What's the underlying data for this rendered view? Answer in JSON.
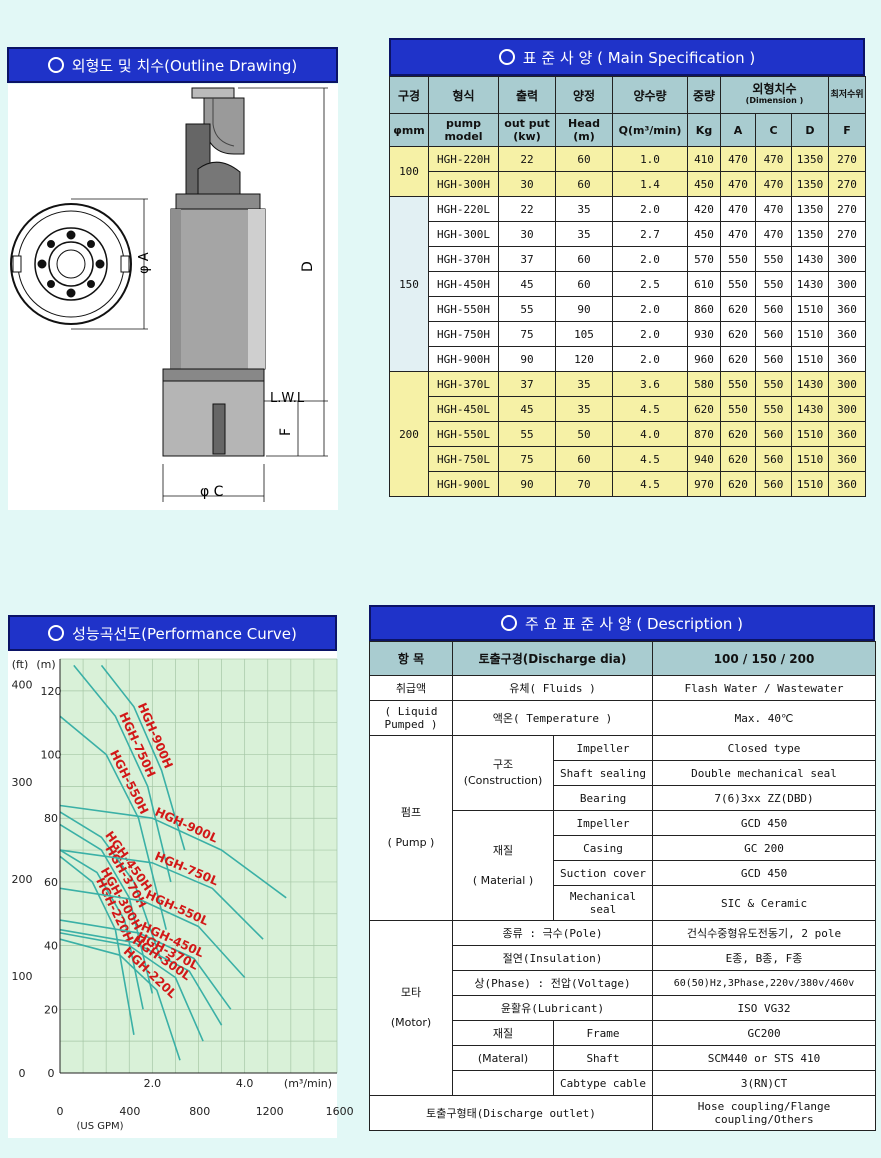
{
  "outline": {
    "title": "외형도 및 치수(Outline Drawing)",
    "labels": {
      "d": "D",
      "a": "φ A",
      "lwl": "L.W.L",
      "f": "F",
      "c": "φ C"
    }
  },
  "spec": {
    "title": "표 준 사 양 ( Main Specification )",
    "header1": {
      "bore": "구경",
      "model": "형식",
      "output": "출력",
      "head": "양정",
      "flow": "양수량",
      "weight": "중량",
      "dimension": "외형치수",
      "dimension_en": "(Dimension )",
      "min_level": "최저수위"
    },
    "header2": {
      "bore_unit": "φmm",
      "model_en": "pump model",
      "output_en": "out put (kw)",
      "head_en": "Head (m)",
      "flow_en": "Q(m³/min)",
      "weight_unit": "Kg",
      "a": "A",
      "c": "C",
      "d": "D",
      "f": "F"
    },
    "groups": [
      {
        "bore": "100",
        "rows": [
          [
            "HGH-220H",
            "22",
            "60",
            "1.0",
            "410",
            "470",
            "470",
            "1350",
            "270"
          ],
          [
            "HGH-300H",
            "30",
            "60",
            "1.4",
            "450",
            "470",
            "470",
            "1350",
            "270"
          ]
        ]
      },
      {
        "bore": "150",
        "rows": [
          [
            "HGH-220L",
            "22",
            "35",
            "2.0",
            "420",
            "470",
            "470",
            "1350",
            "270"
          ],
          [
            "HGH-300L",
            "30",
            "35",
            "2.7",
            "450",
            "470",
            "470",
            "1350",
            "270"
          ],
          [
            "HGH-370H",
            "37",
            "60",
            "2.0",
            "570",
            "550",
            "550",
            "1430",
            "300"
          ],
          [
            "HGH-450H",
            "45",
            "60",
            "2.5",
            "610",
            "550",
            "550",
            "1430",
            "300"
          ],
          [
            "HGH-550H",
            "55",
            "90",
            "2.0",
            "860",
            "620",
            "560",
            "1510",
            "360"
          ],
          [
            "HGH-750H",
            "75",
            "105",
            "2.0",
            "930",
            "620",
            "560",
            "1510",
            "360"
          ],
          [
            "HGH-900H",
            "90",
            "120",
            "2.0",
            "960",
            "620",
            "560",
            "1510",
            "360"
          ]
        ]
      },
      {
        "bore": "200",
        "rows": [
          [
            "HGH-370L",
            "37",
            "35",
            "3.6",
            "580",
            "550",
            "550",
            "1430",
            "300"
          ],
          [
            "HGH-450L",
            "45",
            "35",
            "4.5",
            "620",
            "550",
            "550",
            "1430",
            "300"
          ],
          [
            "HGH-550L",
            "55",
            "50",
            "4.0",
            "870",
            "620",
            "560",
            "1510",
            "360"
          ],
          [
            "HGH-750L",
            "75",
            "60",
            "4.5",
            "940",
            "620",
            "560",
            "1510",
            "360"
          ],
          [
            "HGH-900L",
            "90",
            "70",
            "4.5",
            "970",
            "620",
            "560",
            "1510",
            "360"
          ]
        ]
      }
    ]
  },
  "curve": {
    "title": "성능곡선도(Performance Curve)",
    "axis": {
      "ft_label": "(ft)",
      "m_label": "(m)",
      "flow_unit": "(m³/min)",
      "gpm_unit": "(US GPM)",
      "ft_ticks": [
        "400",
        "300",
        "200",
        "100",
        "0"
      ],
      "m_ticks": [
        "120",
        "100",
        "80",
        "60",
        "40",
        "20",
        "0"
      ],
      "m3_ticks": [
        "2.0",
        "4.0"
      ],
      "gpm_ticks": [
        "0",
        "400",
        "800",
        "1200",
        "1600"
      ]
    },
    "colors": {
      "background": "#d9f1d8",
      "grid": "#a6c7a6",
      "curve": "#3ab0a6",
      "label": "#d21818"
    }
  },
  "chart_data": {
    "type": "line",
    "title": "성능곡선도(Performance Curve)",
    "xlabel": "(m³/min)",
    "ylabel": "(m)",
    "xlim": [
      0,
      6.0
    ],
    "ylim": [
      0,
      130
    ],
    "grid": true,
    "series": [
      {
        "name": "HGH-900H",
        "x": [
          0.9,
          1.6,
          2.2,
          2.7
        ],
        "y": [
          128,
          115,
          95,
          70
        ]
      },
      {
        "name": "HGH-750H",
        "x": [
          0.3,
          1.2,
          1.9,
          2.4
        ],
        "y": [
          128,
          112,
          90,
          60
        ]
      },
      {
        "name": "HGH-550H",
        "x": [
          0,
          1.0,
          1.7,
          2.3
        ],
        "y": [
          112,
          100,
          80,
          45
        ]
      },
      {
        "name": "HGH-450H",
        "x": [
          0,
          0.9,
          1.6,
          2.2
        ],
        "y": [
          82,
          74,
          60,
          35
        ]
      },
      {
        "name": "HGH-370H",
        "x": [
          0,
          0.9,
          1.5,
          2.0
        ],
        "y": [
          78,
          70,
          55,
          25
        ]
      },
      {
        "name": "HGH-300H",
        "x": [
          0,
          0.8,
          1.4,
          1.8
        ],
        "y": [
          70,
          63,
          48,
          20
        ]
      },
      {
        "name": "HGH-220H",
        "x": [
          0,
          0.7,
          1.2,
          1.6
        ],
        "y": [
          68,
          60,
          45,
          12
        ]
      },
      {
        "name": "HGH-900L",
        "x": [
          0,
          2.0,
          3.5,
          4.9
        ],
        "y": [
          84,
          80,
          70,
          55
        ]
      },
      {
        "name": "HGH-750L",
        "x": [
          0,
          2.0,
          3.3,
          4.4
        ],
        "y": [
          70,
          66,
          58,
          42
        ]
      },
      {
        "name": "HGH-550L",
        "x": [
          0,
          1.8,
          3.0,
          4.0
        ],
        "y": [
          58,
          54,
          46,
          30
        ]
      },
      {
        "name": "HGH-450L",
        "x": [
          0,
          1.7,
          2.9,
          3.7
        ],
        "y": [
          48,
          44,
          36,
          20
        ]
      },
      {
        "name": "HGH-370L",
        "x": [
          0,
          1.6,
          2.8,
          3.5
        ],
        "y": [
          45,
          41,
          32,
          15
        ]
      },
      {
        "name": "HGH-300L",
        "x": [
          0,
          1.5,
          2.5,
          3.1
        ],
        "y": [
          44,
          40,
          30,
          10
        ]
      },
      {
        "name": "HGH-220L",
        "x": [
          0,
          1.3,
          2.1,
          2.6
        ],
        "y": [
          42,
          37,
          26,
          4
        ]
      }
    ]
  },
  "desc": {
    "title": "주 요 표 준 사 양 ( Description )",
    "head": {
      "item": "항  목",
      "discharge": "토출구경(Discharge dia)",
      "value": "100 / 150 / 200"
    },
    "fluid_group": "취급액",
    "fluid_group2": "( Liquid Pumped )",
    "fluid": {
      "label": "유체( Fluids )",
      "value": "Flash Water / Wastewater"
    },
    "temp": {
      "label": "액온( Temperature )",
      "value": "Max. 40℃"
    },
    "pump_group": "펌프",
    "pump_group_en": "( Pump )",
    "construction": "구조",
    "construction_en": "(Construction)",
    "c_rows": [
      {
        "label": "Impeller",
        "value": "Closed type"
      },
      {
        "label": "Shaft sealing",
        "value": "Double mechanical seal"
      },
      {
        "label": "Bearing",
        "value": "7(6)3xx ZZ(DBD)"
      }
    ],
    "material": "재질",
    "material_en": "( Material )",
    "m_rows": [
      {
        "label": "Impeller",
        "value": "GCD 450"
      },
      {
        "label": "Casing",
        "value": "GC 200"
      },
      {
        "label": "Suction cover",
        "value": "GCD 450"
      },
      {
        "label": "Mechanical seal",
        "value": "SIC & Ceramic"
      }
    ],
    "other_group": "모타",
    "other_group_en": "(Motor)",
    "kind": {
      "label": "종류 : 극수(Pole)",
      "value": "건식수중형유도전동기, 2 pole"
    },
    "insulation": {
      "label": "절연(Insulation)",
      "value": "E종, B종, F종"
    },
    "phase": {
      "label": "상(Phase) : 전압(Voltage)",
      "value": "60(50)Hz,3Phase,220v/380v/460v"
    },
    "lubricant": {
      "label": "윤활유(Lubricant)",
      "value": "ISO VG32"
    },
    "motor_material": "재질",
    "motor_material_en": "(Materal)",
    "mm_rows": [
      {
        "label": "Frame",
        "value": "GC200"
      },
      {
        "label": "Shaft",
        "value": "SCM440 or STS 410"
      },
      {
        "label": "Cabtype cable",
        "value": "3(RN)CT"
      }
    ],
    "outlet": {
      "label": "토출구형태(Discharge outlet)",
      "value": "Hose coupling/Flange coupling/Others"
    }
  }
}
